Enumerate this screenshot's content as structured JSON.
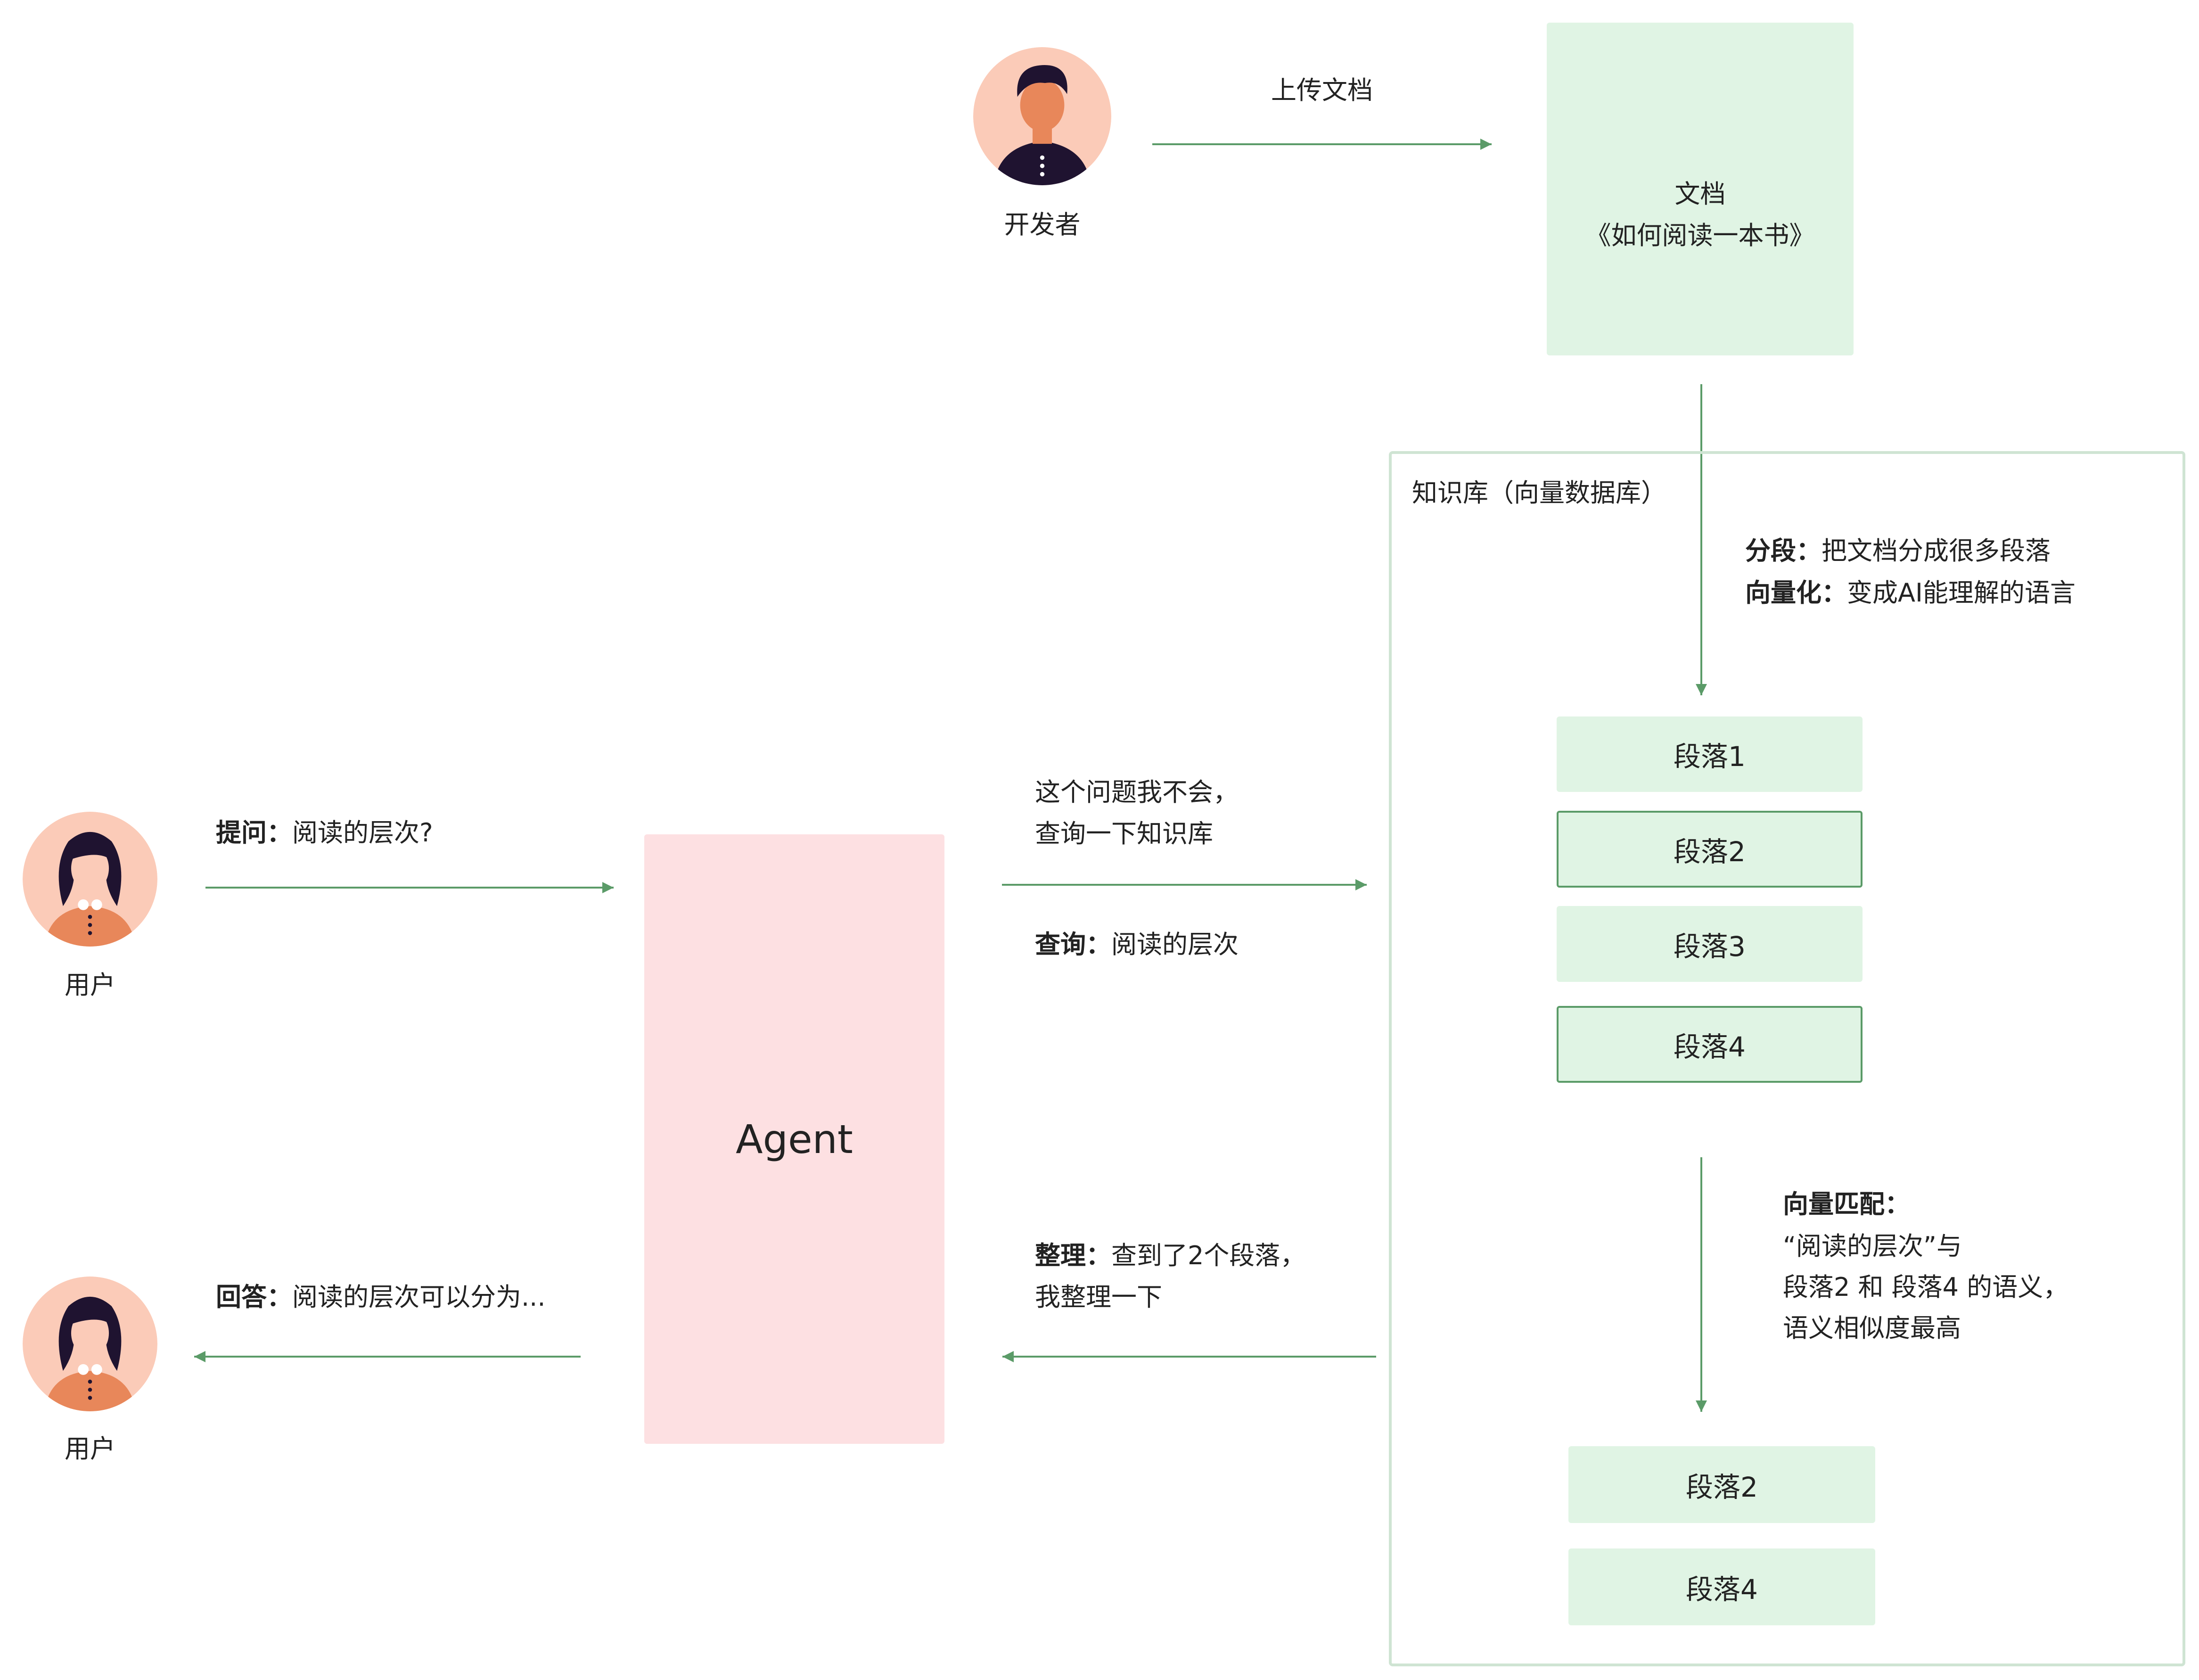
{
  "developer": {
    "label": "开发者"
  },
  "upload_label": "上传文档",
  "document": {
    "line1": "文档",
    "line2": "《如何阅读一本书》"
  },
  "knowledge_base": {
    "title": "知识库（向量数据库）",
    "split_label": "分段：",
    "split_text": "把文档分成很多段落",
    "vectorize_label": "向量化：",
    "vectorize_text": "变成AI能理解的语言",
    "paragraphs": [
      "段落1",
      "段落2",
      "段落3",
      "段落4"
    ],
    "match_label": "向量匹配：",
    "match_line1": "“阅读的层次”与",
    "match_line2": "段落2 和 段落4 的语义，",
    "match_line3": "语义相似度最高",
    "results": [
      "段落2",
      "段落4"
    ]
  },
  "user_top": {
    "label": "用户",
    "question_label": "提问：",
    "question_text": "阅读的层次?"
  },
  "user_bottom": {
    "label": "用户",
    "answer_label": "回答：",
    "answer_text": "阅读的层次可以分为..."
  },
  "agent": {
    "label": "Agent"
  },
  "query": {
    "line1": "这个问题我不会，",
    "line2": "查询一下知识库",
    "query_label": "查询：",
    "query_text": "阅读的层次"
  },
  "organize": {
    "label": "整理：",
    "text1": "查到了2个段落，",
    "text2": "我整理一下"
  },
  "colors": {
    "arrow": "#5b9b68",
    "green_fill": "#e0f4e4",
    "green_border": "#cfe4d3",
    "agent_fill": "#fde0e2",
    "avatar_bg": "#fbcbb8",
    "skin_orange": "#e8875a",
    "hair_dark": "#1f1330"
  }
}
